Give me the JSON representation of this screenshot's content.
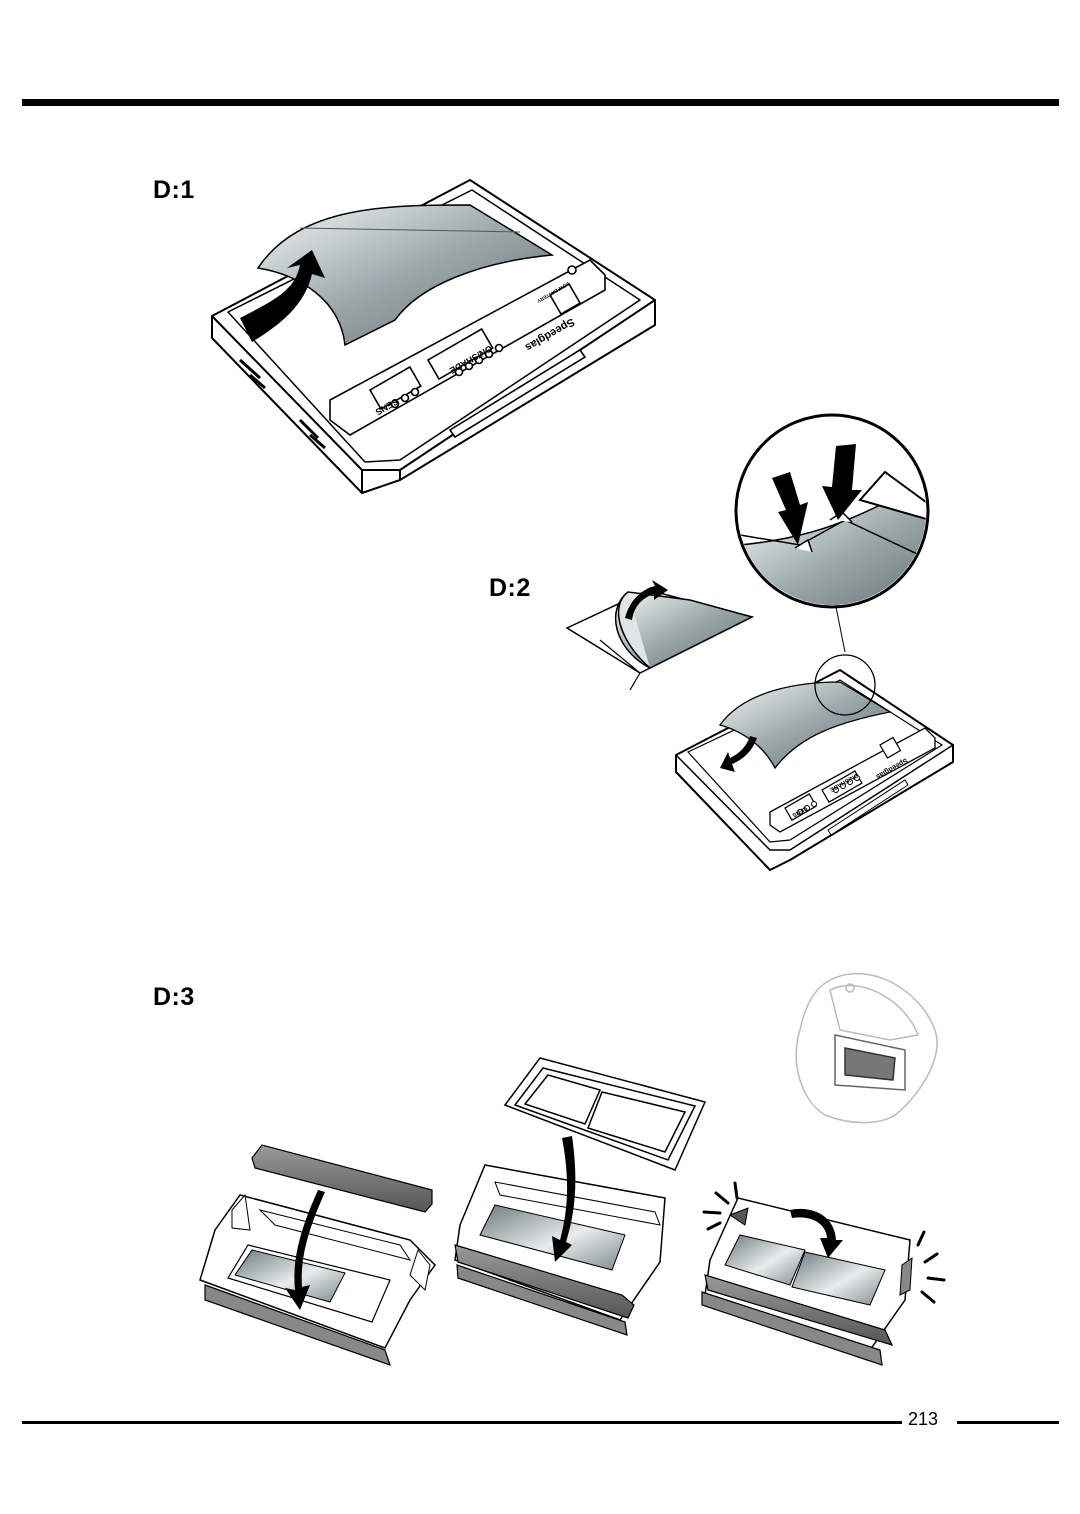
{
  "steps": {
    "d1": "D:1",
    "d2": "D:2",
    "d3": "D:3"
  },
  "device": {
    "brand": "Speedglas",
    "button_sens": "SENS",
    "button_onshade": "ON/SHADE",
    "label_low_battery": "LOW BATTERY"
  },
  "page_number": "213",
  "icons": [
    "curved-arrow-icon",
    "down-arrow-icon",
    "click-burst-icon",
    "magnifier-circle-icon"
  ]
}
